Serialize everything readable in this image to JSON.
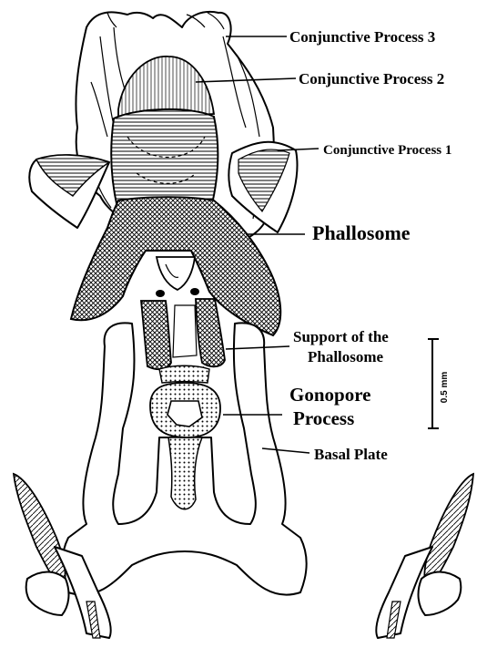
{
  "labels": {
    "conjunctive_process_3": "Conjunctive Process 3",
    "conjunctive_process_2": "Conjunctive Process 2",
    "conjunctive_process_1": "Conjunctive Process 1",
    "phallosome": "Phallosome",
    "support_line1": "Support of the",
    "support_line2": "Phallosome",
    "gonopore_line1": "Gonopore",
    "gonopore_line2": "Process",
    "basal_plate": "Basal Plate"
  },
  "scale_bar": {
    "label": "0.5 mm"
  }
}
